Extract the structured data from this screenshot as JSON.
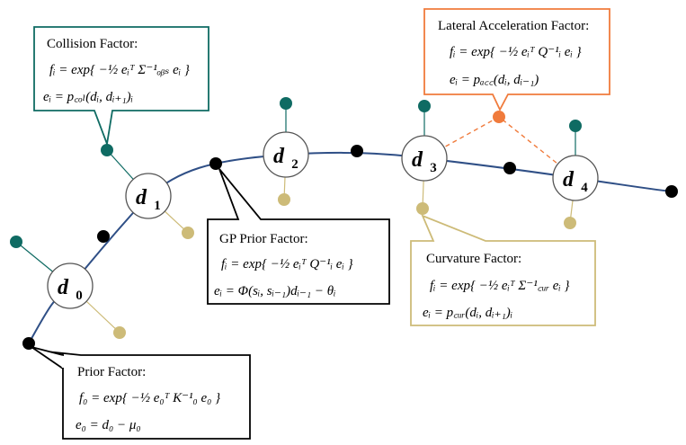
{
  "colors": {
    "trajectory": "#2f4f86",
    "collision": "#0f6b63",
    "curvature": "#cdbb78",
    "lateral": "#f07b3c",
    "prior": "#000000"
  },
  "nodes": [
    {
      "id": "d0",
      "main": "d",
      "sub": "0"
    },
    {
      "id": "d1",
      "main": "d",
      "sub": "1"
    },
    {
      "id": "d2",
      "main": "d",
      "sub": "2"
    },
    {
      "id": "d3",
      "main": "d",
      "sub": "3"
    },
    {
      "id": "d4",
      "main": "d",
      "sub": "4"
    }
  ],
  "factors": {
    "collision": {
      "title": "Collision Factor:",
      "eq1": "fᵢ = exp{ −½ eᵢᵀ Σ⁻¹ₒᵦₛ eᵢ }",
      "eq2": "eᵢ = p꜀ₒₗ(dᵢ, dᵢ₊₁)ᵢ"
    },
    "lateral": {
      "title": "Lateral Acceleration Factor:",
      "eq1": "fᵢ = exp{ −½ eᵢᵀ Q⁻¹ᵢ eᵢ }",
      "eq2": "eᵢ = pₐ꜀꜀(dᵢ, dᵢ₋₁)"
    },
    "gp": {
      "title": "GP Prior Factor:",
      "eq1": "fᵢ = exp{ −½ eᵢᵀ Q⁻¹ᵢ eᵢ }",
      "eq2": "eᵢ = Φ(sᵢ, sᵢ₋₁)dᵢ₋₁ − θᵢ"
    },
    "curvature": {
      "title": "Curvature Factor:",
      "eq1": "fᵢ = exp{ −½ eᵢᵀ Σ⁻¹꜀ᵤᵣ eᵢ }",
      "eq2": "eᵢ = p꜀ᵤᵣ(dᵢ, dᵢ₊₁)ᵢ"
    },
    "prior": {
      "title": "Prior Factor:",
      "eq1": "f₀ = exp{ −½ e₀ᵀ K⁻¹₀ e₀ }",
      "eq2": "e₀ = d₀ − μ₀"
    }
  }
}
